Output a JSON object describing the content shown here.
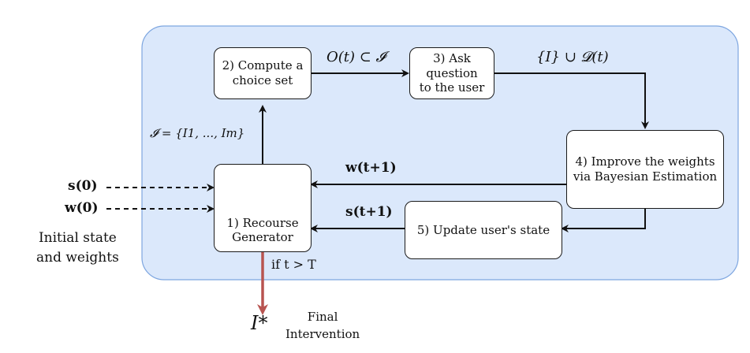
{
  "steps": {
    "s1_line1": "1) Recourse",
    "s1_line2": "Generator",
    "s2_line1": "2) Compute a",
    "s2_line2": "choice set",
    "s3_line1": "3) Ask question",
    "s3_line2": "to the user",
    "s4_line1": "4) Improve the weights",
    "s4_line2": "via Bayesian Estimation",
    "s5": "5) Update user's state"
  },
  "edges": {
    "choice_subset": "O(t) ⊂ 𝓘",
    "answer_set": "{I} ∪ 𝓓(t)",
    "interventions": "𝓘 = {I1, ..., Im}",
    "weights_next": "w(t+1)",
    "state_next": "s(t+1)",
    "stop_condition": "if t > T"
  },
  "inputs": {
    "state0": "s(0)",
    "weights0": "w(0)",
    "caption_line1": "Initial state",
    "caption_line2": "and weights"
  },
  "output": {
    "symbol": "I*",
    "caption_line1": "Final",
    "caption_line2": "Intervention"
  },
  "colors": {
    "panel_fill": "#dbe8fb",
    "panel_stroke": "#7ea6e0",
    "arrow": "#111111",
    "output_arrow": "#b85450",
    "node_red": "#f4a6a6",
    "node_yellow": "#fde48b",
    "node_green": "#a8e0a0"
  }
}
